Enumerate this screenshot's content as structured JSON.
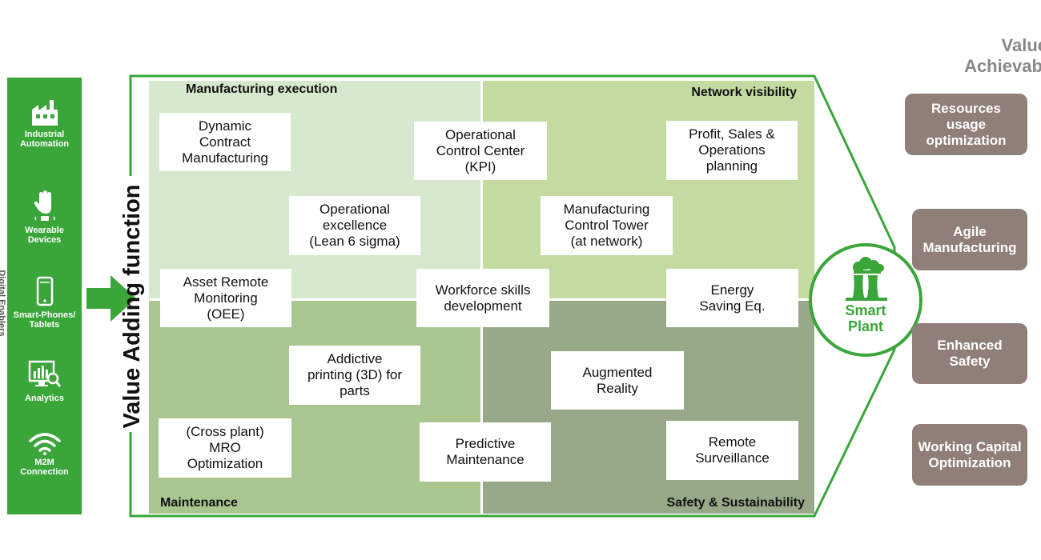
{
  "enablers": {
    "vertical_label": "Digital Enablers",
    "items": [
      {
        "label": "Industrial\nAutomation",
        "icon": "factory-icon"
      },
      {
        "label": "Wearable\nDevices",
        "icon": "hand-icon"
      },
      {
        "label": "Smart-Phones/\nTablets",
        "icon": "smartphone-icon"
      },
      {
        "label": "Analytics",
        "icon": "analytics-icon"
      },
      {
        "label": "M2M\nConnection",
        "icon": "wifi-icon"
      }
    ]
  },
  "value_adding_label": "Value Adding  function",
  "quadrants": {
    "top_left": "Manufacturing execution",
    "top_right": "Network visibility",
    "bottom_left": "Maintenance",
    "bottom_right": "Safety & Sustainability"
  },
  "boxes": {
    "dynamic_contract": "Dynamic\nContract\nManufacturing",
    "operational_control": "Operational\nControl Center\n(KPI)",
    "profit_sales": "Profit, Sales &\nOperations\nplanning",
    "operational_excellence": "Operational\nexcellence\n(Lean 6 sigma)",
    "manufacturing_tower": "Manufacturing\nControl Tower\n(at network)",
    "asset_remote": "Asset Remote\nMonitoring\n(OEE)",
    "workforce": "Workforce skills\ndevelopment",
    "energy_saving": "Energy\nSaving  Eq.",
    "additive_printing": "Addictive\nprinting (3D) for\nparts",
    "augmented_reality": "Augmented\nReality",
    "mro": "(Cross plant)\nMRO\nOptimization",
    "predictive": "Predictive\nMaintenance",
    "remote_surveillance": "Remote\nSurveillance"
  },
  "smart_plant": {
    "label": "Smart\nPlant",
    "icon": "factory-smoke-icon"
  },
  "value_achievable": {
    "title": "Value\nAchievabl",
    "items": [
      "Resources\nusage\noptimization",
      "Agile\nManufacturing",
      "Enhanced\nSafety",
      "Working Capital\nOptimization"
    ]
  },
  "colors": {
    "brand_green": "#3aa63a",
    "quad_tl": "#d6e8cd",
    "quad_tr": "#c3dba0",
    "quad_bl": "#a9c691",
    "quad_br": "#97a988",
    "value_box": "#907f79"
  }
}
